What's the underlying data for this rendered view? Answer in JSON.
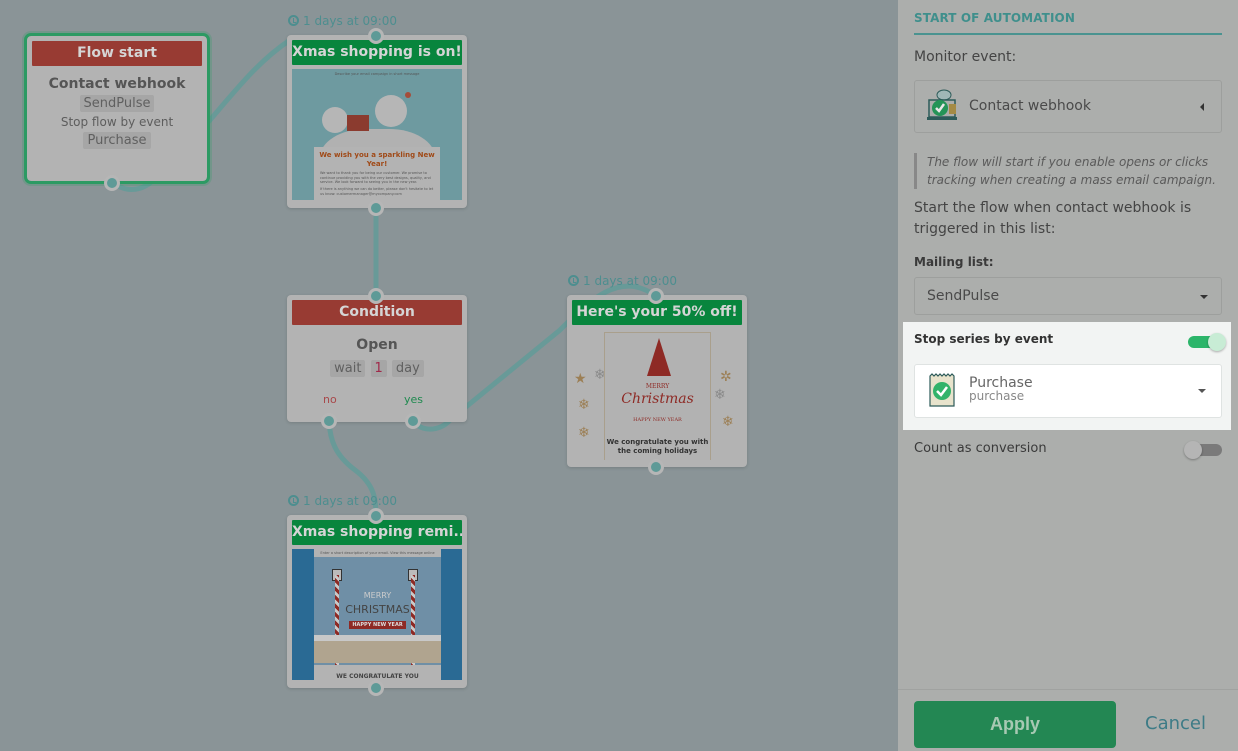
{
  "canvas": {
    "nodes": {
      "flow_start": {
        "header": "Flow start",
        "title": "Contact webhook",
        "list": "SendPulse",
        "stop_text": "Stop flow by event",
        "stop_event": "Purchase"
      },
      "email1": {
        "delay": "1 days at 09:00",
        "header": "Xmas shopping is on!",
        "preview_heading": "We wish you a sparkling New Year!",
        "preview_top": "Describe your email campaign in short message",
        "preview_body": "We want to thank you for being our customer. We promise to continue providing you with the very best designs, quality, and service. We look forward to seeing you in the new year.",
        "preview_body2": "If there is anything we can do better, please don't hesitate to let us know: customermanager@mycompany.com"
      },
      "condition": {
        "header": "Condition",
        "title": "Open",
        "wait_label": "wait",
        "wait_value": "1",
        "wait_unit": "day",
        "no_label": "no",
        "yes_label": "yes"
      },
      "email2": {
        "delay": "1 days at 09:00",
        "header": "Here's your 50% off!",
        "preview_merry": "MERRY",
        "preview_christmas": "Christmas",
        "preview_ny": "HAPPY NEW YEAR",
        "preview_text": "We congratulate you with the coming holidays"
      },
      "email3": {
        "delay": "1 days at 09:00",
        "header": "Xmas shopping remi...",
        "preview_top": "Enter a short description of your email. View this message online",
        "preview_merry": "MERRY",
        "preview_christmas": "CHRISTMAS",
        "preview_ny": "HAPPY NEW YEAR",
        "preview_bottom": "WE CONGRATULATE YOU"
      }
    }
  },
  "panel": {
    "section_title": "START OF AUTOMATION",
    "monitor_label": "Monitor event:",
    "monitor_value": "Contact webhook",
    "note": "The flow will start if you enable opens or clicks tracking when creating a mass email campaign.",
    "description": "Start the flow when contact webhook is triggered in this list:",
    "mailing_label": "Mailing list:",
    "mailing_value": "SendPulse",
    "stop_series_label": "Stop series by event",
    "stop_series_enabled": true,
    "event_name": "Purchase",
    "event_key": "purchase",
    "conversion_label": "Count as conversion",
    "conversion_enabled": false,
    "apply_label": "Apply",
    "cancel_label": "Cancel"
  },
  "colors": {
    "accent_green": "#238753",
    "accent_teal": "#3f8f8c",
    "header_red": "#983b33",
    "header_green": "#08853d"
  }
}
